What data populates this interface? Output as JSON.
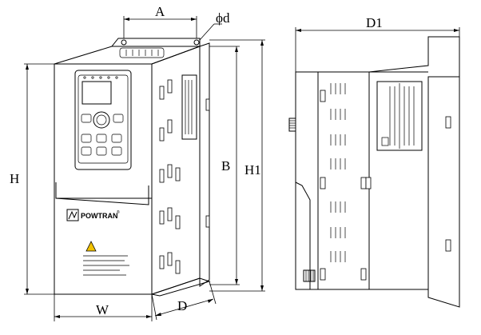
{
  "labels": {
    "A": "A",
    "phi_d": "ϕd",
    "D1": "D1",
    "H": "H",
    "B": "B",
    "H1": "H1",
    "W": "W",
    "D": "D"
  },
  "brand": {
    "name": "POWTRAN",
    "mark": "®"
  },
  "colors": {
    "line": "#000000",
    "warning": "#f2c200",
    "background": "#ffffff"
  },
  "icons": [
    "warning-triangle-icon",
    "powtran-logo-icon",
    "knob-icon"
  ]
}
